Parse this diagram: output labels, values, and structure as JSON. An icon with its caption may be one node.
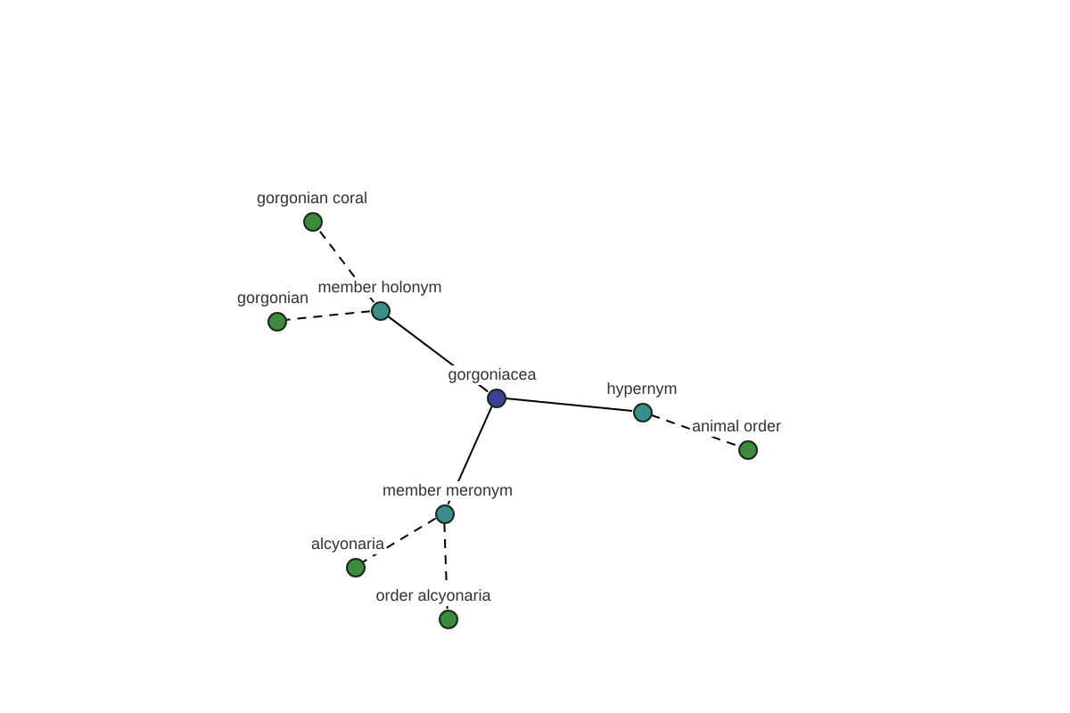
{
  "diagram": {
    "nodes": [
      {
        "text": [
          "gorgonian coral"
        ]
      },
      {
        "text": [
          "gorgonian"
        ]
      },
      {
        "text": [
          "member holonym"
        ]
      },
      {
        "text": [
          "gorgoniacea"
        ]
      },
      {
        "text": [
          "hypernym"
        ]
      },
      {
        "text": [
          "animal order"
        ]
      },
      {
        "text": [
          "member meronym"
        ]
      },
      {
        "text": [
          "alcyonaria"
        ]
      },
      {
        "text": [
          "order alcyonaria"
        ]
      }
    ],
    "edges": [
      {
        "from": 3,
        "to": 2,
        "arrow": "none"
      },
      {
        "from": 3,
        "to": 4,
        "arrow": "none"
      },
      {
        "from": 3,
        "to": 6,
        "arrow": "none"
      },
      {
        "from": 2,
        "to": 0,
        "arrow": "none",
        "style": "dashed"
      },
      {
        "from": 2,
        "to": 1,
        "arrow": "none",
        "style": "dashed"
      },
      {
        "from": 4,
        "to": 5,
        "arrow": "none",
        "style": "dashed"
      },
      {
        "from": 6,
        "to": 7,
        "arrow": "none",
        "style": "dashed"
      },
      {
        "from": 6,
        "to": 8,
        "arrow": "none",
        "style": "dashed"
      }
    ]
  }
}
